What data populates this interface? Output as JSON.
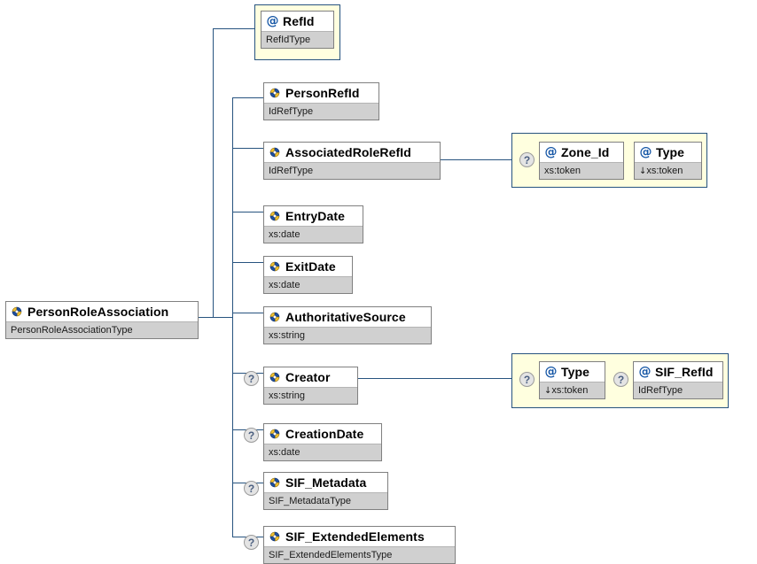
{
  "diagram": {
    "title": "PersonRoleAssociation XSD structure diagram",
    "accent_line_color": "#27537f",
    "group_background_color": "#ffffdf",
    "type_row_color": "#d0d0d0",
    "optional_marker": "?"
  },
  "root": {
    "name": "PersonRoleAssociation",
    "type": "PersonRoleAssociationType",
    "icon": "element-icon",
    "optional": false
  },
  "attributes_of_root": [
    {
      "name": "RefId",
      "type": "RefIdType",
      "icon": "attribute-icon",
      "optional": false
    }
  ],
  "children": [
    {
      "name": "PersonRefId",
      "type": "IdRefType",
      "icon": "element-icon",
      "optional": false
    },
    {
      "name": "AssociatedRoleRefId",
      "type": "IdRefType",
      "icon": "element-icon",
      "optional": false
    },
    {
      "name": "EntryDate",
      "type": "xs:date",
      "icon": "element-icon",
      "optional": false
    },
    {
      "name": "ExitDate",
      "type": "xs:date",
      "icon": "element-icon",
      "optional": false
    },
    {
      "name": "AuthoritativeSource",
      "type": "xs:string",
      "icon": "element-icon",
      "optional": false
    },
    {
      "name": "Creator",
      "type": "xs:string",
      "icon": "element-icon",
      "optional": true
    },
    {
      "name": "CreationDate",
      "type": "xs:date",
      "icon": "element-icon",
      "optional": true
    },
    {
      "name": "SIF_Metadata",
      "type": "SIF_MetadataType",
      "icon": "element-icon",
      "optional": true
    },
    {
      "name": "SIF_ExtendedElements",
      "type": "SIF_ExtendedElementsType",
      "icon": "element-icon",
      "optional": true
    }
  ],
  "attribute_groups": [
    {
      "owner": "AssociatedRoleRefId",
      "attributes": [
        {
          "name": "Zone_Id",
          "type": "xs:token",
          "icon": "attribute-icon",
          "optional": true,
          "derived": false
        },
        {
          "name": "Type",
          "type": "xs:token",
          "icon": "attribute-icon",
          "optional": false,
          "derived": true
        }
      ]
    },
    {
      "owner": "Creator",
      "attributes": [
        {
          "name": "Type",
          "type": "xs:token",
          "icon": "attribute-icon",
          "optional": true,
          "derived": true
        },
        {
          "name": "SIF_RefId",
          "type": "IdRefType",
          "icon": "attribute-icon",
          "optional": true,
          "derived": false
        }
      ]
    }
  ]
}
